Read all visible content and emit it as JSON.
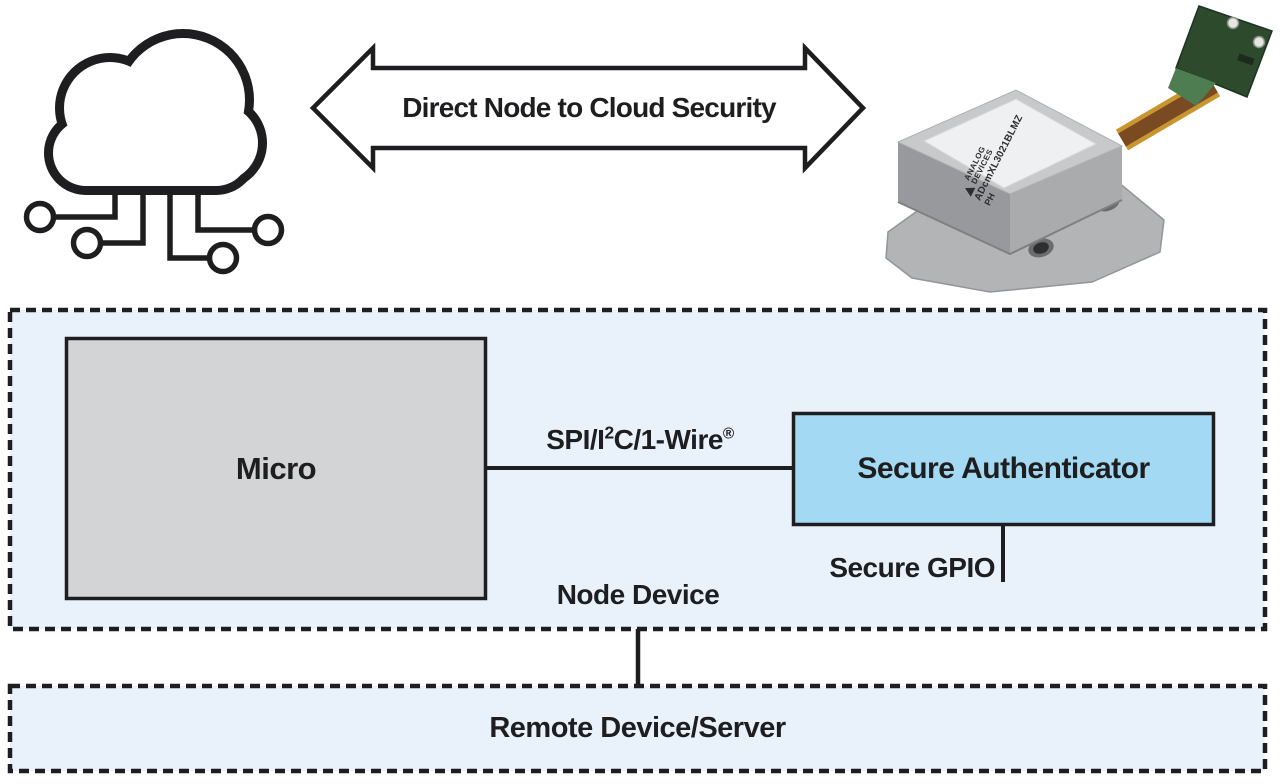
{
  "colors": {
    "ink": "#1e1e20",
    "node_box_bg": "#e9f2fb",
    "authenticator_bg": "#a3d9f2",
    "micro_bg": "#d3d4d6",
    "pcb_green": "#2d4a2d",
    "cable_brown": "#7a4a22",
    "cable_gold": "#c8952f"
  },
  "header": {
    "cloud_icon": "cloud-network-icon",
    "arrow_icon": "double-headed-arrow-icon",
    "arrow_label": "Direct Node to Cloud Security"
  },
  "module_photo": {
    "brand_line1": "ANALOG",
    "brand_line2": "DEVICES",
    "part_number": "ADcmXL3021BLMZ",
    "suffix": "PH"
  },
  "node_device": {
    "box_label": "Node Device",
    "micro_label": "Micro",
    "bus_label": {
      "part1": "SPI/I",
      "sup1": "2",
      "part2": "C/1-Wire",
      "sup2": "®"
    },
    "authenticator_label": "Secure Authenticator",
    "gpio_label": "Secure GPIO"
  },
  "remote": {
    "box_label": "Remote Device/Server"
  }
}
